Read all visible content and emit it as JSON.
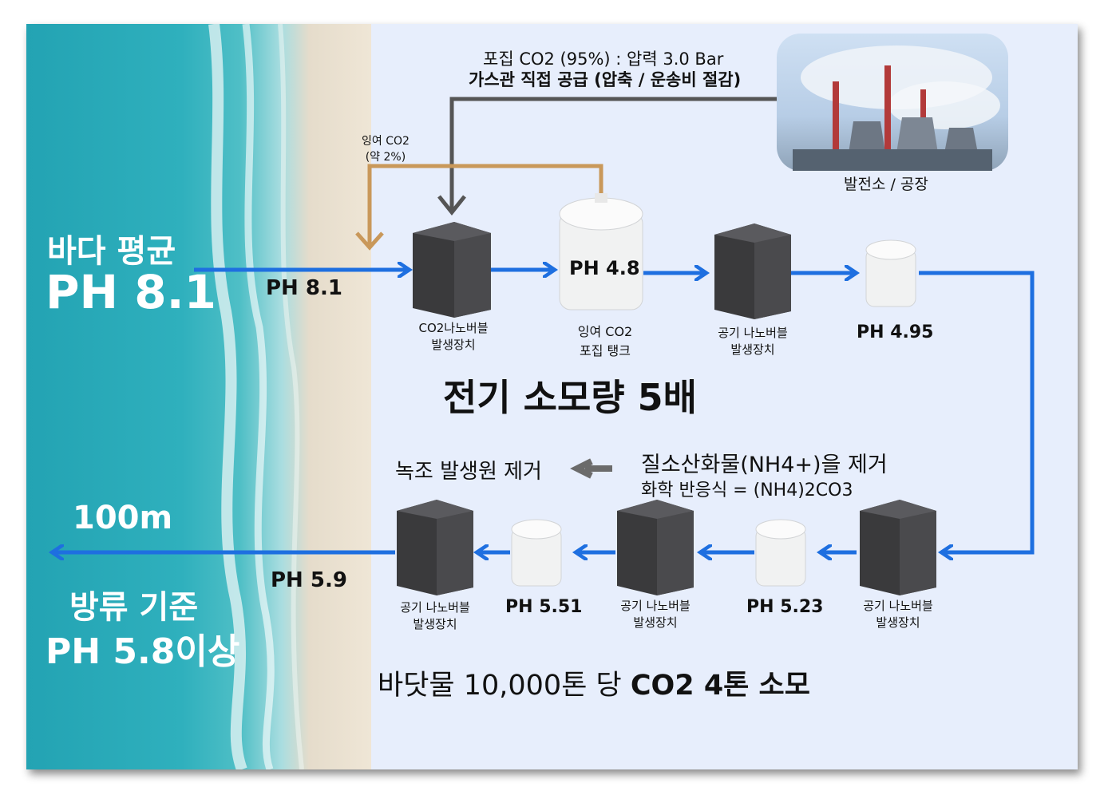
{
  "colors": {
    "flow_blue": "#1e6fe0",
    "surplus_line": "#c9985a",
    "supply_line": "#555555",
    "panel_bg": "#e7eefc",
    "sea": "#2fb0bd"
  },
  "sea": {
    "avg_title": "바다 평균",
    "avg_ph": "PH 8.1",
    "distance": "100m",
    "discharge_title": "방류 기준",
    "discharge_ph": "PH 5.8이상"
  },
  "supply": {
    "line1": "포집 CO2 (95%) : 압력 3.0 Bar",
    "line2": "가스관 직접 공급 (압축 / 운송비 절감)",
    "source_label": "발전소 / 공장"
  },
  "surplus": {
    "line1": "잉여 CO2",
    "line2": "(약 2%)"
  },
  "top_row": {
    "inlet_ph": "PH 8.1",
    "dev1": [
      "CO2나노버블",
      "발생장치"
    ],
    "tank1_ph": "PH 4.8",
    "tank1_label": [
      "잉여 CO2",
      "포집 탱크"
    ],
    "dev2": [
      "공기 나노버블",
      "발생장치"
    ],
    "tank2_ph": "PH 4.95"
  },
  "power_note": "전기 소모량 5배",
  "nh4": {
    "title": "질소산화물(NH4+)을 제거",
    "formula": "화학 반응식 = (NH4)2CO3",
    "algae": "녹조 발생원 제거"
  },
  "bottom_row": {
    "dev3": [
      "공기 나노버블",
      "발생장치"
    ],
    "tank3_ph": "PH 5.23",
    "dev4": [
      "공기 나노버블",
      "발생장치"
    ],
    "tank4_ph": "PH 5.51",
    "dev5": [
      "공기 나노버블",
      "발생장치"
    ],
    "outlet_ph": "PH 5.9"
  },
  "consumption_prefix": "바닷물 10,000톤 당 ",
  "consumption_bold": "CO2 4톤 소모"
}
